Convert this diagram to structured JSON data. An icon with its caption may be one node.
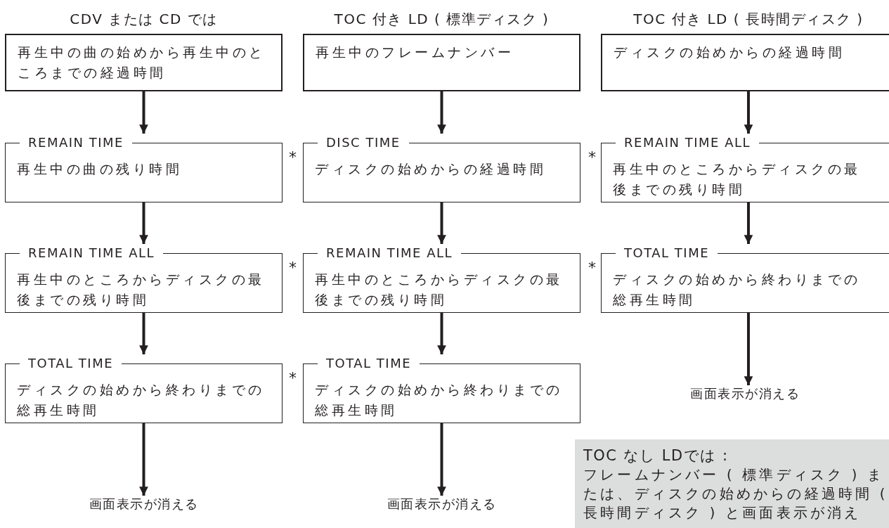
{
  "diagram": {
    "nodes": [
      {
        "text": [
          "CDV または CD では",
          "再生中の曲の始めから再生中のところまでの経過時間"
        ]
      },
      {
        "text": [
          "REMAIN TIME",
          "再生中の曲の残り時間"
        ]
      },
      {
        "text": [
          "REMAIN TIME ALL",
          "再生中のところからディスクの最後までの残り時間"
        ]
      },
      {
        "text": [
          "TOTAL TIME",
          "ディスクの始めから終わりまでの総再生時間"
        ]
      },
      {
        "text": [
          "画面表示が消える"
        ]
      },
      {
        "text": [
          "TOC 付き LD ( 標準ディスク )",
          "再生中のフレームナンバー"
        ]
      },
      {
        "text": [
          "DISC TIME",
          "ディスクの始めからの経過時間"
        ]
      },
      {
        "text": [
          "REMAIN TIME ALL",
          "再生中のところからディスクの最後までの残り時間"
        ]
      },
      {
        "text": [
          "TOTAL TIME",
          "ディスクの始めから終わりまでの総再生時間"
        ]
      },
      {
        "text": [
          "画面表示が消える"
        ]
      },
      {
        "text": [
          "TOC 付き LD ( 長時間ディスク )",
          "ディスクの始めからの経過時間"
        ]
      },
      {
        "text": [
          "REMAIN TIME ALL",
          "再生中のところからディスクの最後までの残り時間"
        ]
      },
      {
        "text": [
          "TOTAL TIME",
          "ディスクの始めから終わりまでの総再生時間"
        ]
      },
      {
        "text": [
          "画面表示が消える"
        ]
      },
      {
        "text": [
          "TOC なし LDでは :",
          "フレームナンバー ( 標準ディスク ) または、ディスクの始めからの経過時間 ( 長時間ディスク ) と画面表示が消え"
        ]
      }
    ],
    "edges": [
      {
        "from": 0,
        "to": 1,
        "arrow": "to"
      },
      {
        "from": 1,
        "to": 2,
        "arrow": "to"
      },
      {
        "from": 2,
        "to": 3,
        "arrow": "to"
      },
      {
        "from": 3,
        "to": 4,
        "arrow": "to"
      },
      {
        "from": 5,
        "to": 6,
        "arrow": "to"
      },
      {
        "from": 6,
        "to": 7,
        "arrow": "to"
      },
      {
        "from": 7,
        "to": 8,
        "arrow": "to"
      },
      {
        "from": 8,
        "to": 9,
        "arrow": "to"
      },
      {
        "from": 10,
        "to": 11,
        "arrow": "to"
      },
      {
        "from": 11,
        "to": 12,
        "arrow": "to"
      },
      {
        "from": 12,
        "to": 13,
        "arrow": "to"
      }
    ],
    "labels": [
      "*",
      "*",
      "*",
      "*",
      "*"
    ]
  }
}
